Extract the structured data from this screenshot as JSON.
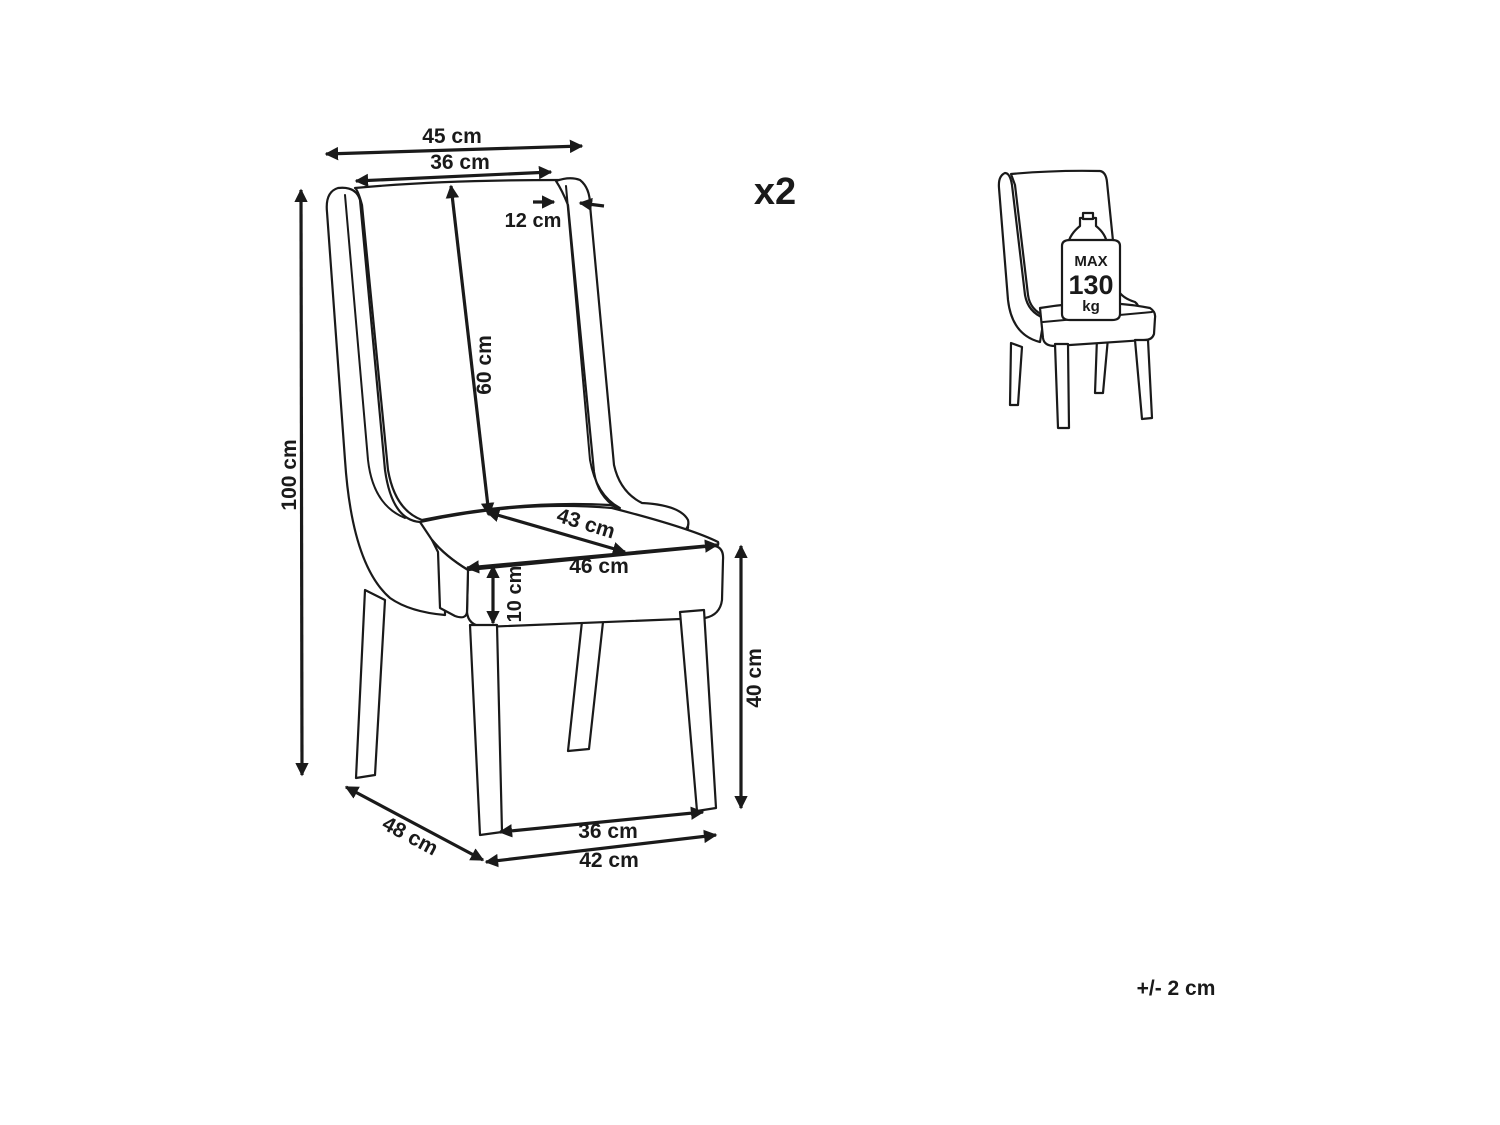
{
  "dimensions": {
    "total_width": "45 cm",
    "backrest_width": "36 cm",
    "wing_depth": "12 cm",
    "backrest_height": "60 cm",
    "total_height": "100 cm",
    "seat_depth": "43 cm",
    "seat_width": "46 cm",
    "seat_thickness": "10 cm",
    "seat_height": "40 cm",
    "total_depth": "48 cm",
    "inner_leg_span": "36 cm",
    "outer_leg_span": "42 cm"
  },
  "quantity": "x2",
  "max_load": {
    "max": "MAX",
    "value": "130",
    "unit": "kg"
  },
  "tolerance": "+/- 2 cm",
  "colors": {
    "line": "#1a1a1a",
    "background": "#ffffff"
  }
}
